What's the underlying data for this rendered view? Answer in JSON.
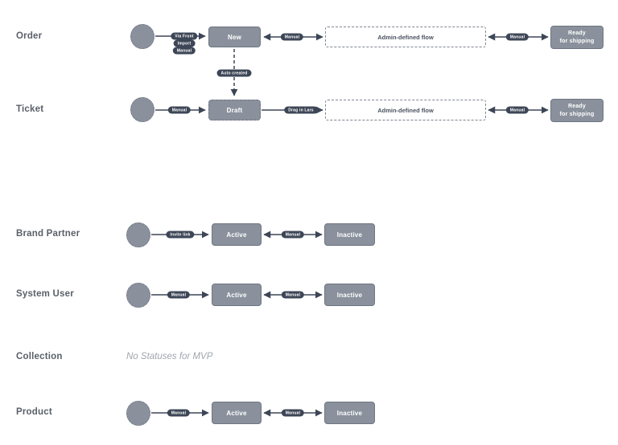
{
  "colors": {
    "node_fill": "#8A919C",
    "node_border": "#6F7683",
    "pill_fill": "#3D4656",
    "line": "#3D4656",
    "label_text": "#5A6069",
    "flow_box_text": "#4A5260",
    "note_text": "#A0A6AE"
  },
  "rows": [
    {
      "label": "Order",
      "pills_start": [
        "Via Front",
        "Import",
        "Manual"
      ],
      "state1": "New",
      "pill_mid": "Manual",
      "flow_box": "Admin-defined flow",
      "pill_end": "Manual",
      "final_line1": "Ready",
      "final_line2": "for shipping",
      "auto_created_pill": "Auto created"
    },
    {
      "label": "Ticket",
      "pill_start": "Manual",
      "state1": "Draft",
      "pill_mid": "Drag in Lars",
      "flow_box": "Admin-defined flow",
      "pill_end": "Manual",
      "final_line1": "Ready",
      "final_line2": "for shipping"
    },
    {
      "label": "Brand Partner",
      "pill_start": "Invite link",
      "state1": "Active",
      "pill_mid": "Manual",
      "state2": "Inactive"
    },
    {
      "label": "System User",
      "pill_start": "Manual",
      "state1": "Active",
      "pill_mid": "Manual",
      "state2": "Inactive"
    },
    {
      "label": "Collection",
      "note": "No Statuses for MVP"
    },
    {
      "label": "Product",
      "pill_start": "Manual",
      "state1": "Active",
      "pill_mid": "Manual",
      "state2": "Inactive"
    }
  ]
}
